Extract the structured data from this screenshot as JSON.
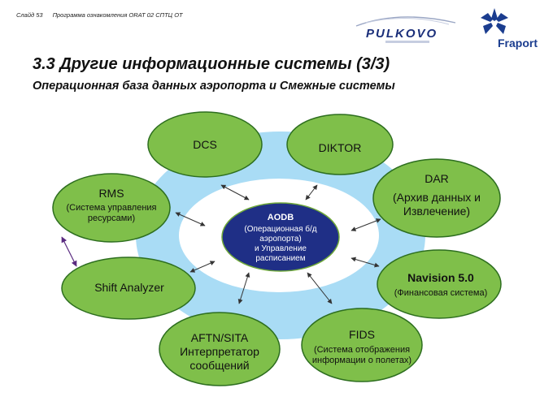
{
  "header": {
    "slide_number": "Слайд 53",
    "program_name": "Программа ознакомления ORAT 02 СПТЦ ОТ"
  },
  "logos": {
    "pulkovo": "PULKOVO",
    "fraport": "Fraport"
  },
  "title": "3.3 Другие информационные системы (3/3)",
  "subtitle": "Операционная база данных аэропорта и Смежные системы",
  "colors": {
    "node_green": "#7fbf4a",
    "node_border": "#2d6e1f",
    "ring_blue": "#a9dcf5",
    "center_navy": "#1f2f86",
    "center_border": "#6fa83a"
  },
  "nodes": {
    "dcs": {
      "name": "DCS"
    },
    "diktor": {
      "name": "DIKTOR"
    },
    "dar": {
      "name": "DAR",
      "line1": "(Архив данных и",
      "line2": "Извлечение)"
    },
    "rms": {
      "name": "RMS",
      "line1": "(Система управления",
      "line2": "ресурсами)"
    },
    "aodb": {
      "name": "AODB",
      "line1": "(Операционная б/д",
      "line2": "аэропорта)",
      "line3": "и Управление",
      "line4": "расписанием"
    },
    "navision": {
      "name": "Navision 5.0",
      "desc": "(Финансовая система)"
    },
    "shift": {
      "name": "Shift Analyzer"
    },
    "aftn": {
      "line1": "AFTN/SITA",
      "line2": "Интерпретатор",
      "line3": "сообщений"
    },
    "fids": {
      "name": "FIDS",
      "line1": "(Система отображения",
      "line2": "информации о полетах)"
    }
  }
}
